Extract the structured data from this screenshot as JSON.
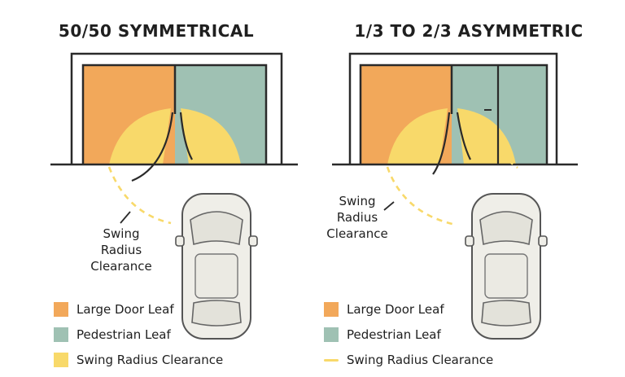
{
  "colors": {
    "large_leaf": "#f2a85a",
    "pedestrian_leaf": "#9fc1b3",
    "swing": "#f8d96a",
    "frame": "#2a2a2a",
    "car_body": "#efeee8",
    "car_outline": "#555555"
  },
  "panels": [
    {
      "title": "50/50 SYMMETRICAL",
      "callout": [
        "Swing",
        "Radius",
        "Clearance"
      ],
      "legend": [
        {
          "label": "Large Door Leaf",
          "swatch": "square"
        },
        {
          "label": "Pedestrian Leaf",
          "swatch": "square"
        },
        {
          "label": "Swing Radius Clearance",
          "swatch": "square"
        }
      ]
    },
    {
      "title": "1/3 TO 2/3 ASYMMETRIC",
      "callout": [
        "Swing",
        "Radius",
        "Clearance"
      ],
      "legend": [
        {
          "label": "Large Door Leaf",
          "swatch": "square"
        },
        {
          "label": "Pedestrian Leaf",
          "swatch": "square"
        },
        {
          "label": "Swing Radius Clearance",
          "swatch": "line"
        }
      ]
    }
  ]
}
